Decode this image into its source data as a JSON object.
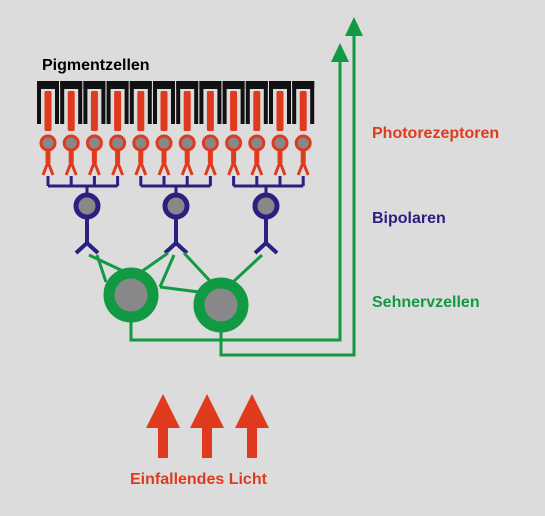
{
  "labels": {
    "pigment": "Pigmentzellen",
    "photoreceptors": "Photorezeptoren",
    "bipolar": "Bipolaren",
    "optic_nerve": "Sehnervzellen",
    "incoming_light": "Einfallendes Licht"
  },
  "colors": {
    "background": "#dcdcdc",
    "pigment": "#111111",
    "photoreceptor": "#e03a1e",
    "bipolar": "#2b2080",
    "optic_nerve": "#119944",
    "nucleus": "#888888",
    "light_arrow": "#e03a1e"
  },
  "counts": {
    "photoreceptors": 12,
    "bipolar_cells": 3,
    "ganglion_cells": 2,
    "light_arrows": 3
  }
}
